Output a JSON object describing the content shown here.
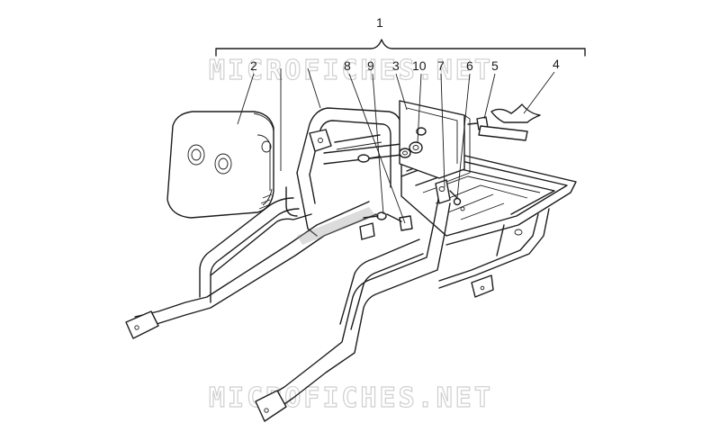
{
  "watermark": {
    "top": "MICROFICHES.NET",
    "bottom": "MICROFICHES.NET"
  },
  "callouts": [
    {
      "id": "1",
      "label": "1"
    },
    {
      "id": "2",
      "label": "2"
    },
    {
      "id": "8",
      "label": "8"
    },
    {
      "id": "9",
      "label": "9"
    },
    {
      "id": "3",
      "label": "3"
    },
    {
      "id": "10",
      "label": "10"
    },
    {
      "id": "7",
      "label": "7"
    },
    {
      "id": "6",
      "label": "6"
    },
    {
      "id": "5",
      "label": "5"
    },
    {
      "id": "4",
      "label": "4"
    }
  ],
  "colors": {
    "ink": "#1c1c1c",
    "watermark": "#cfcfcf",
    "background": "#ffffff"
  }
}
